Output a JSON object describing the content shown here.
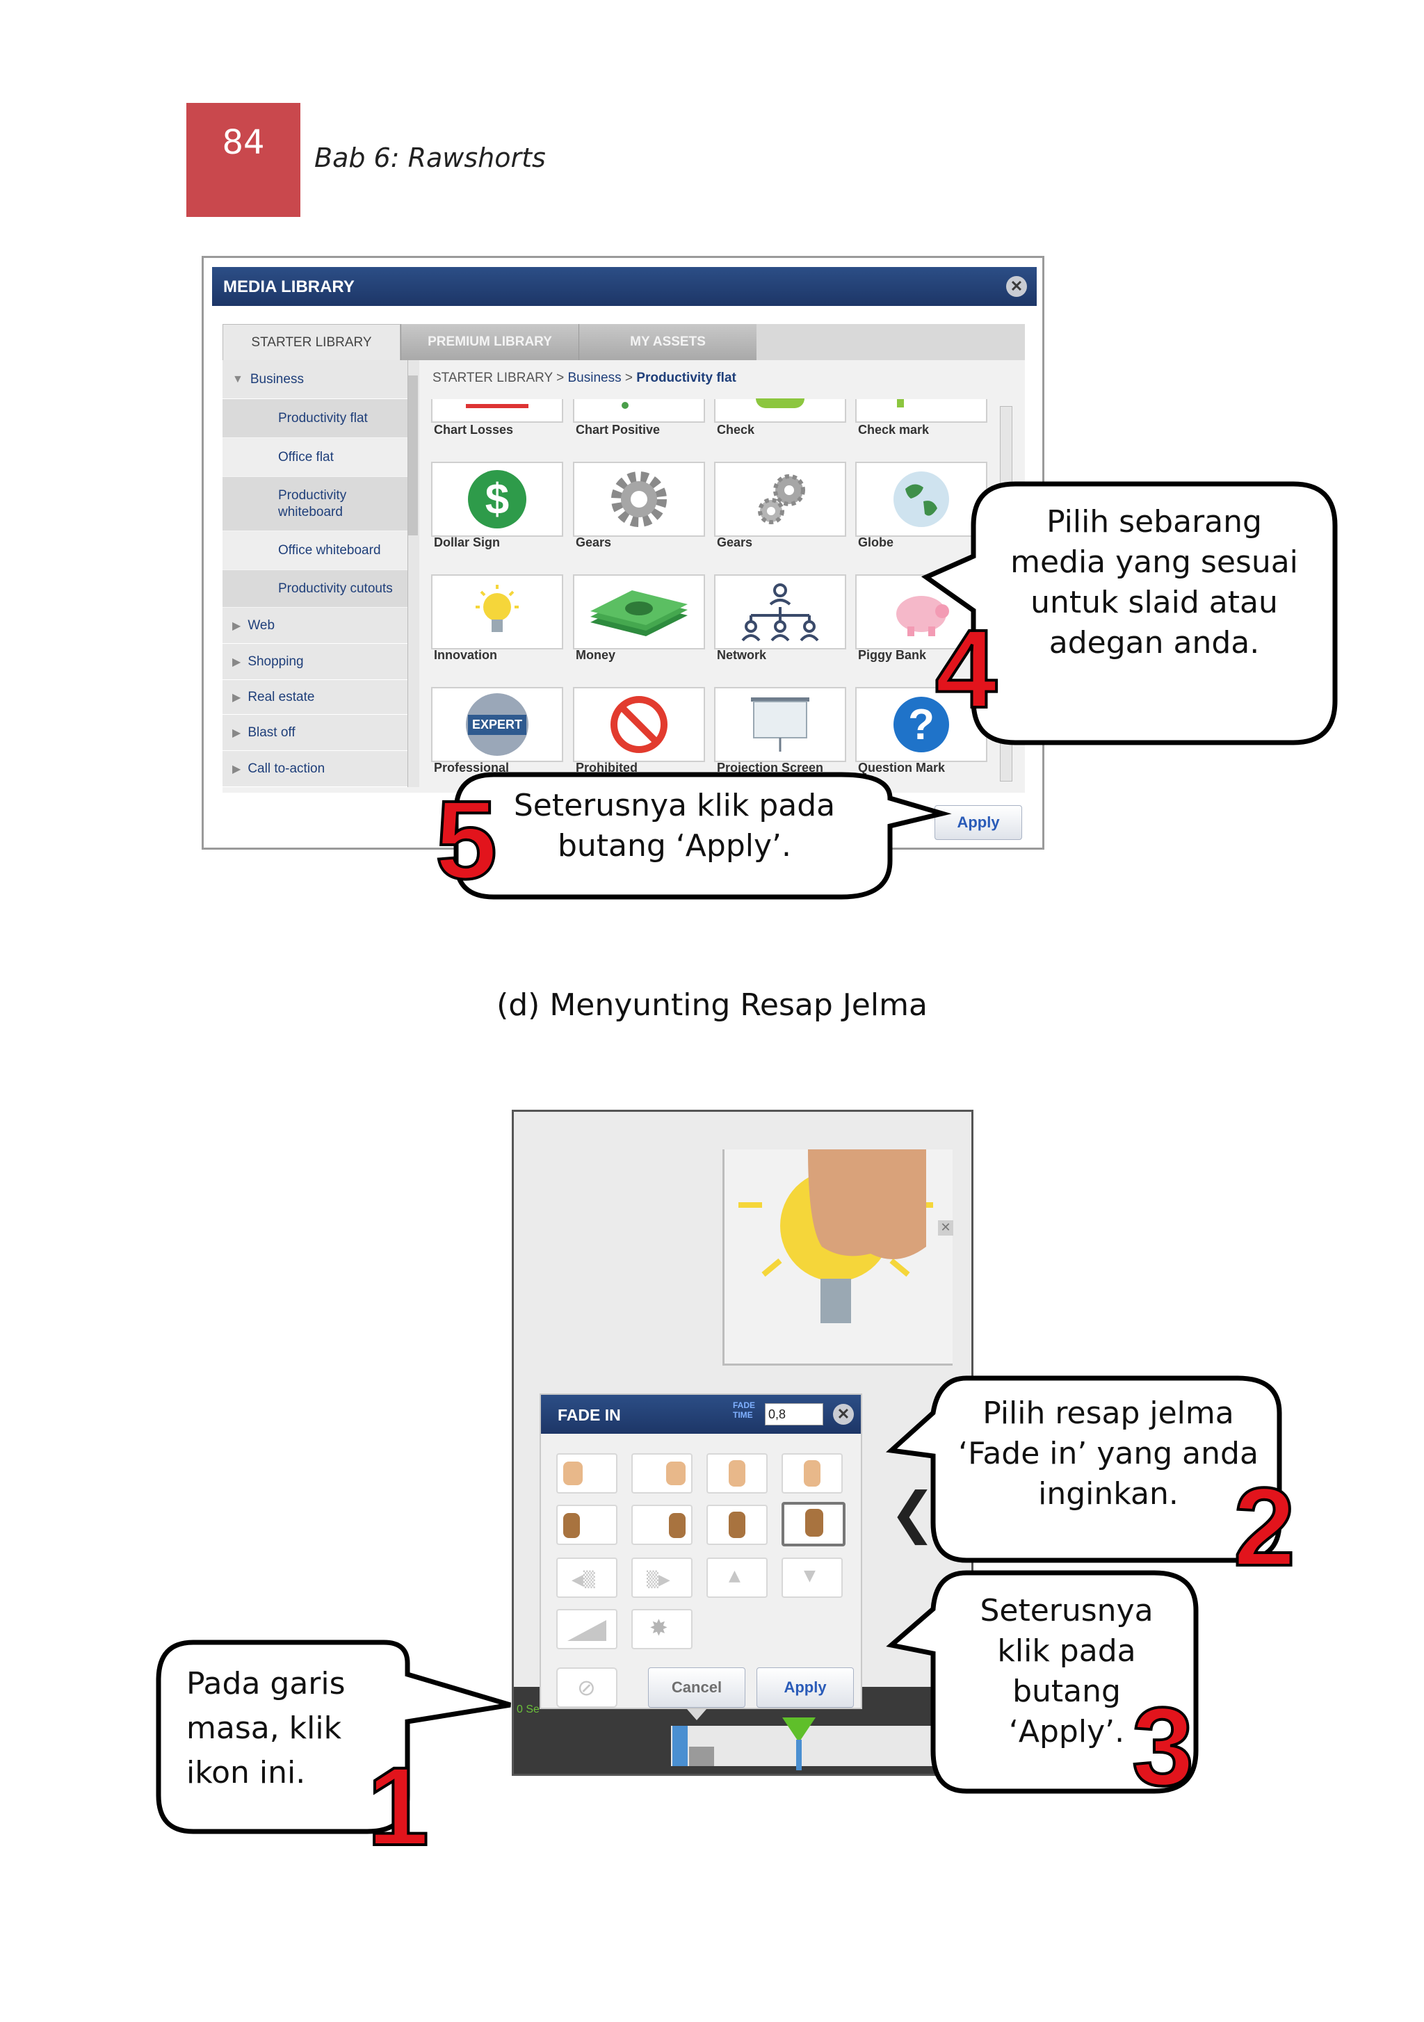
{
  "header": {
    "page_number": "84",
    "chapter": "Bab 6: Rawshorts"
  },
  "media_library": {
    "title": "MEDIA LIBRARY",
    "tabs": [
      "STARTER LIBRARY",
      "PREMIUM LIBRARY",
      "MY ASSETS"
    ],
    "sidebar": [
      {
        "label": "Business",
        "type": "category",
        "expanded": true
      },
      {
        "label": "Productivity flat",
        "type": "sub"
      },
      {
        "label": "Office flat",
        "type": "sub"
      },
      {
        "label": "Productivity whiteboard",
        "type": "sub"
      },
      {
        "label": "Office whiteboard",
        "type": "sub"
      },
      {
        "label": "Productivity cutouts",
        "type": "sub"
      },
      {
        "label": "Web",
        "type": "category"
      },
      {
        "label": "Shopping",
        "type": "category"
      },
      {
        "label": "Real estate",
        "type": "category"
      },
      {
        "label": "Blast off",
        "type": "category"
      },
      {
        "label": "Call to-action",
        "type": "category"
      }
    ],
    "breadcrumb": {
      "root": "STARTER LIBRARY",
      "sep": ">",
      "mid": "Business",
      "current": "Productivity flat"
    },
    "tiles": [
      "Chart Losses",
      "Chart Positive",
      "Check",
      "Check mark",
      "Dollar Sign",
      "Gears",
      "Gears",
      "Globe",
      "Innovation",
      "Money",
      "Network",
      "Piggy Bank",
      "Professional",
      "Prohibited",
      "Projection Screen",
      "Question Mark"
    ],
    "expert_badge": "EXPERT",
    "apply_label": "Apply"
  },
  "callouts": {
    "c4": "Pilih sebarang media yang sesuai untuk slaid atau adegan anda.",
    "c5": "Seterusnya klik pada butang ‘Apply’.",
    "c2": "Pilih resap jelma ‘Fade in’ yang anda inginkan.",
    "c3": "Seterusnya klik pada butang ‘Apply’.",
    "c1": "Pada garis masa, klik ikon ini.",
    "n1": "1",
    "n2": "2",
    "n3": "3",
    "n4": "4",
    "n5": "5"
  },
  "caption": "(d) Menyunting Resap Jelma",
  "fade_panel": {
    "title": "FADE IN",
    "time_label": "FADE TIME",
    "time_value": "0,8",
    "cancel_label": "Cancel",
    "apply_label": "Apply",
    "timeline_text": "0 Se"
  },
  "colors": {
    "page_box": "#c9484d",
    "titlebar": "#1d3667",
    "callout_number": "#e2141c",
    "link_blue": "#2a5bb8"
  }
}
